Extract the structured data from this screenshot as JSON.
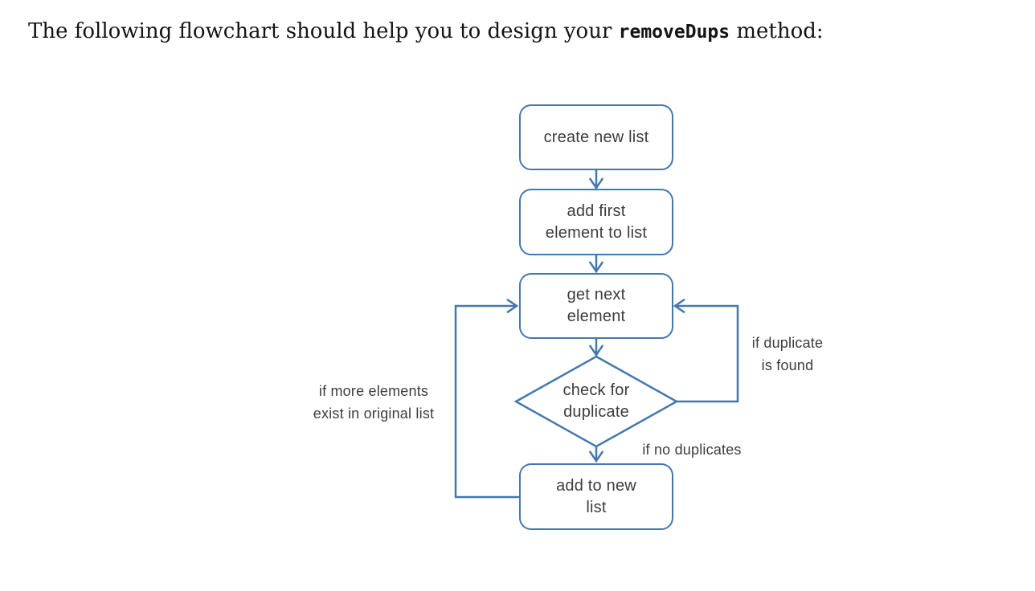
{
  "title": {
    "prefix": "The following flowchart should help you to design your ",
    "code": "removeDups",
    "suffix": " method:"
  },
  "flowchart": {
    "nodes": {
      "create": {
        "lines": [
          "create new list"
        ]
      },
      "add_first": {
        "lines": [
          "add first",
          "element to list"
        ]
      },
      "get_next": {
        "lines": [
          "get next",
          "element"
        ]
      },
      "check": {
        "lines": [
          "check for",
          "duplicate"
        ]
      },
      "add_new": {
        "lines": [
          "add to new",
          "list"
        ]
      }
    },
    "edge_labels": {
      "more_elements": {
        "lines": [
          "if more elements",
          "exist in original list"
        ]
      },
      "duplicate_found": {
        "lines": [
          "if duplicate",
          "is found"
        ]
      },
      "no_duplicates": {
        "lines": [
          "if no duplicates"
        ]
      }
    },
    "colors": {
      "line": "#4478ad",
      "node_text": "#3d3d40"
    }
  }
}
